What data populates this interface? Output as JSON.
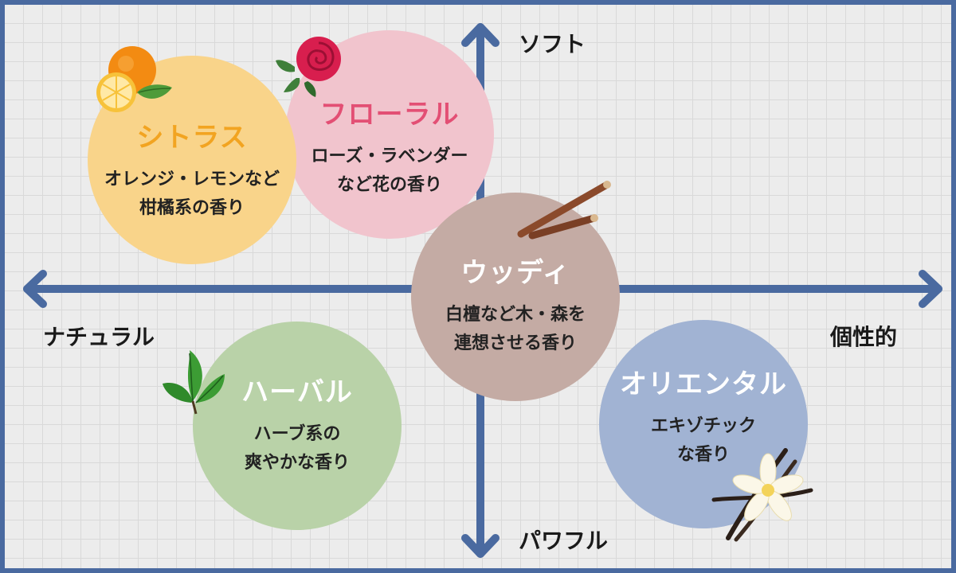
{
  "axes": {
    "top": "ソフト",
    "bottom": "パワフル",
    "left": "ナチュラル",
    "right": "個性的"
  },
  "colors": {
    "axis": "#4a6aa0",
    "citrus": "#f9d48a",
    "citrus_title": "#f2a421",
    "floral": "#f1c4cd",
    "floral_title": "#e34f74",
    "woody": "#c4aba4",
    "woody_title": "#8a5a4b",
    "herbal": "#b9d2a8",
    "herbal_title": "#5f9a47",
    "oriental": "#a1b3d3",
    "oriental_title": "#3e62a3"
  },
  "categories": {
    "citrus": {
      "title": "シトラス",
      "desc": "オレンジ・レモンなど\n柑橘系の香り",
      "icon": "orange-icon"
    },
    "floral": {
      "title": "フローラル",
      "desc": "ローズ・ラベンダー\nなど花の香り",
      "icon": "rose-icon"
    },
    "woody": {
      "title": "ウッディ",
      "desc": "白檀など木・森を\n連想させる香り",
      "icon": "wood-sticks-icon"
    },
    "herbal": {
      "title": "ハーバル",
      "desc": "ハーブ系の\n爽やかな香り",
      "icon": "leaf-icon"
    },
    "oriental": {
      "title": "オリエンタル",
      "desc": "エキゾチック\nな香り",
      "icon": "vanilla-flower-icon"
    }
  }
}
